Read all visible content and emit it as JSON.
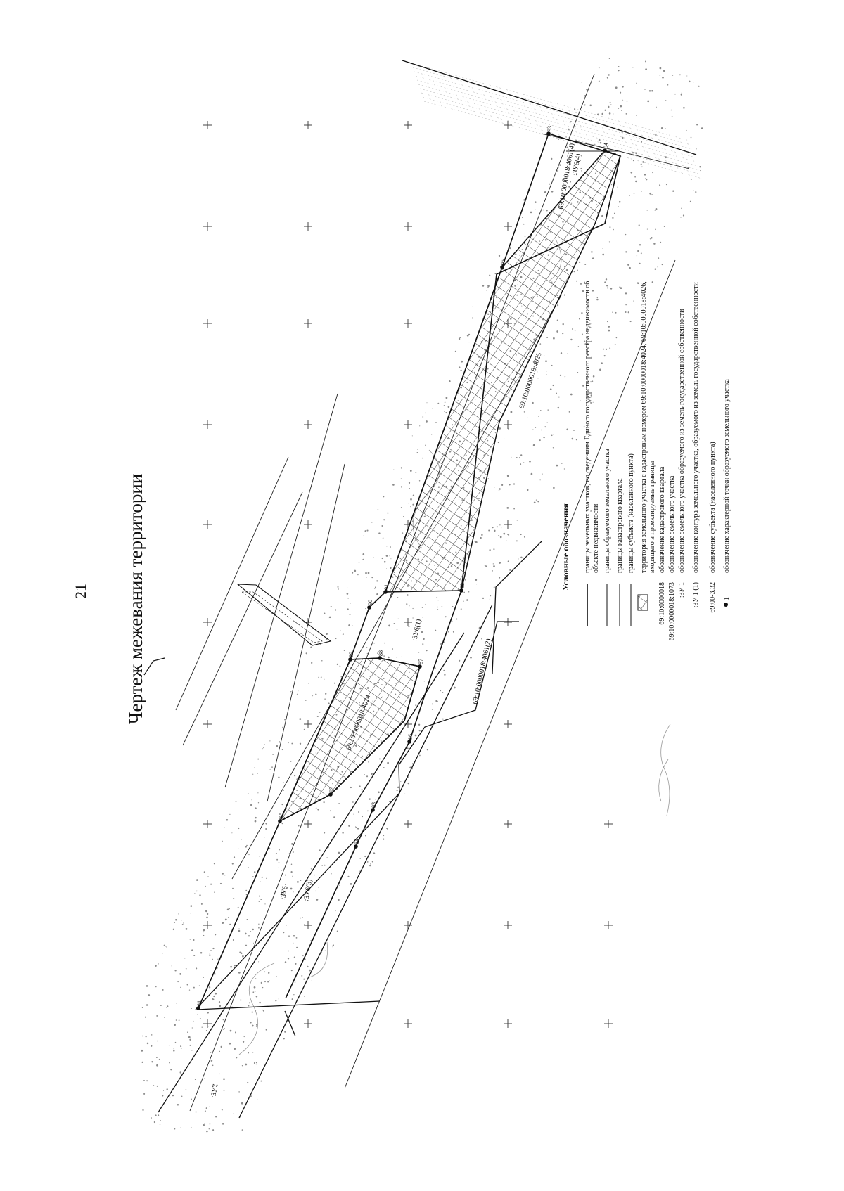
{
  "page": {
    "number": "21",
    "title": "Чертеж межевания территории"
  },
  "map": {
    "parcel_labels": [
      "69:10:0000018:4024",
      "69:10:0000018:4025",
      "69:10:0000018:4061(2)",
      "69:10:0000018:4061(4)"
    ],
    "zone_labels": [
      ":ЗУ6",
      ":ЗУ6(3)",
      ":ЗУ6(1)",
      ":ЗУ6(4)",
      ":ЗУ7"
    ],
    "points": [
      "81",
      "82",
      "83",
      "84",
      "85",
      "86",
      "87",
      "88",
      "89",
      "90",
      "91",
      "92",
      "93",
      "94",
      "95"
    ]
  },
  "legend": {
    "title": "Условные обозначения",
    "items": [
      {
        "symbol": "",
        "text": "границы земельных участков, по сведениям Единого государственного реестра недвижимости об объекте недвижимости"
      },
      {
        "symbol": "",
        "text": "границы образуемого земельного участка"
      },
      {
        "symbol": "",
        "text": "границы кадастрового квартала"
      },
      {
        "symbol": "",
        "text": "границы субъекта (населенного пункта)"
      },
      {
        "symbol": "",
        "text": "территория земельного участка с кадастровым номером 69:10:0000018:4024, 69:10:0000018:4026, входящего в проектируемые границы"
      },
      {
        "symbol": "69:10:0000018",
        "text": "обозначение кадастрового квартала"
      },
      {
        "symbol": "69:10:0000018:1073",
        "text": "обозначение земельного участка"
      },
      {
        "symbol": ":ЗУ 1",
        "text": "обозначение земельного участка образуемого из земель государственной собственности"
      },
      {
        "symbol": ":ЗУ 1 (1)",
        "text": "обозначение контура земельного участка, образуемого из земель государственной собственности"
      },
      {
        "symbol": "69:00-3.32",
        "text": "обозначение субъекта (населенного пункта)"
      },
      {
        "symbol": "1",
        "text": "обозначение характерной точки образуемого земельного участка"
      }
    ]
  },
  "colors": {
    "ink": "#111111",
    "hatch": "#333333",
    "paper": "#ffffff",
    "terrain": "#9a9a9a"
  }
}
